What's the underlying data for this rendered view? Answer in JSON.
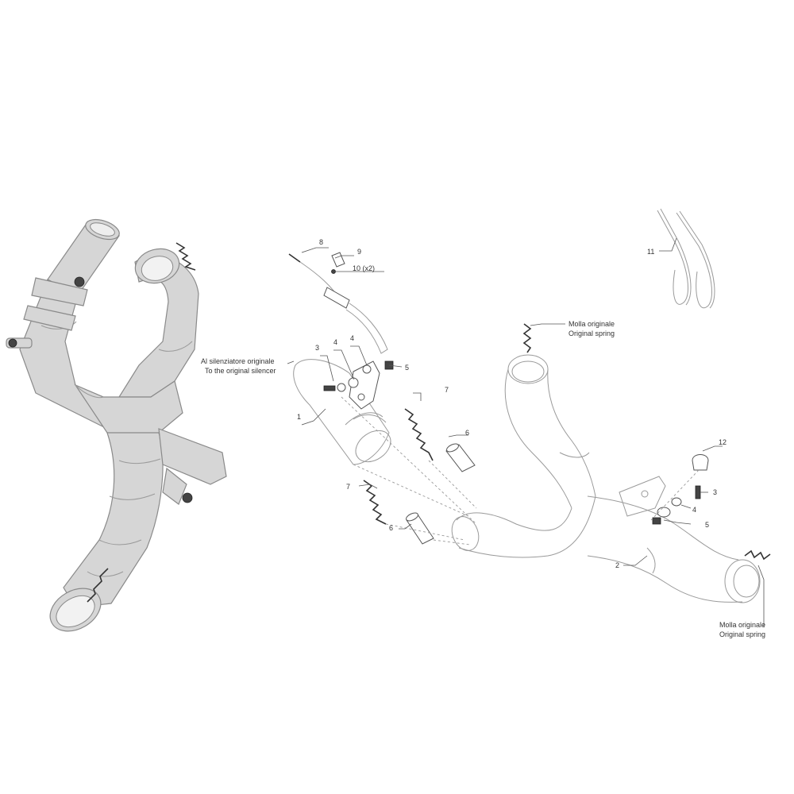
{
  "labels": {
    "p1": "1",
    "p2": "2",
    "p3a": "3",
    "p3b": "3",
    "p4a": "4",
    "p4b": "4",
    "p4c": "4",
    "p5a": "5",
    "p5b": "5",
    "p6a": "6",
    "p6b": "6",
    "p7a": "7",
    "p7b": "7",
    "p8": "8",
    "p9": "9",
    "p10": "10 (x2)",
    "p11": "11",
    "p12": "12"
  },
  "notes": {
    "silencer_it": "Al silenziatore originale",
    "silencer_en": "To the original silencer",
    "spring_top_it": "Molla originale",
    "spring_top_en": "Original spring",
    "spring_bottom_it": "Molla originale",
    "spring_bottom_en": "Original spring"
  }
}
